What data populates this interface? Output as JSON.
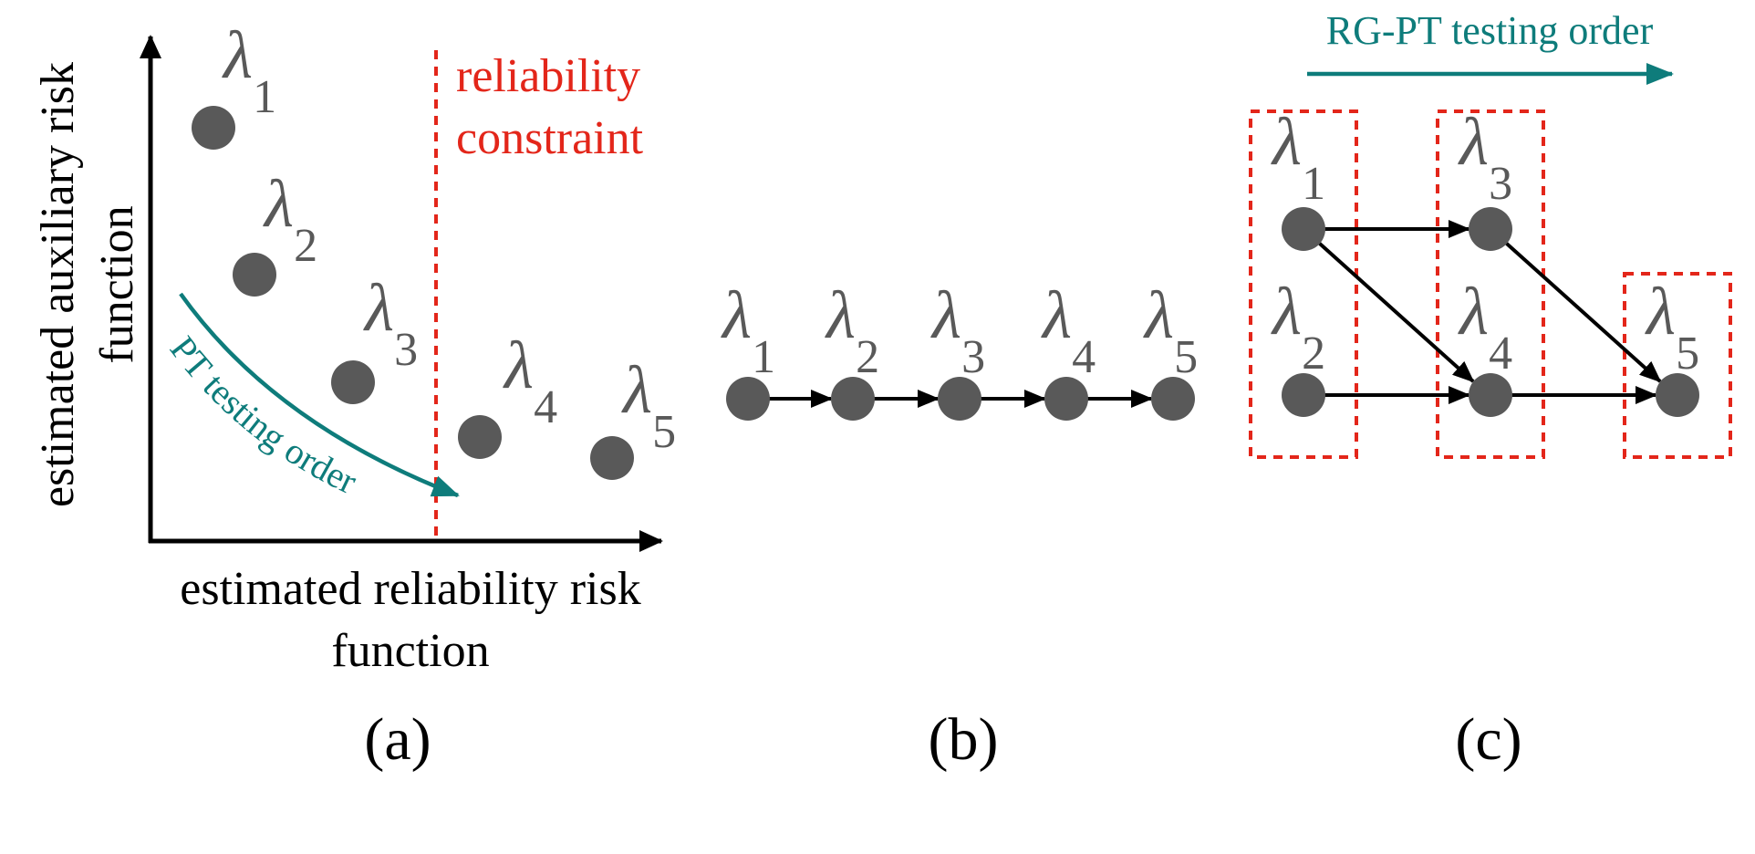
{
  "nodes": {
    "l1": {
      "symbol": "λ",
      "sub": "1"
    },
    "l2": {
      "symbol": "λ",
      "sub": "2"
    },
    "l3": {
      "symbol": "λ",
      "sub": "3"
    },
    "l4": {
      "symbol": "λ",
      "sub": "4"
    },
    "l5": {
      "symbol": "λ",
      "sub": "5"
    }
  },
  "panel_a": {
    "y_axis_label_line1": "estimated auxiliary risk",
    "y_axis_label_line2": "function",
    "x_axis_label_line1": "estimated reliability risk",
    "x_axis_label_line2": "function",
    "constraint_line1": "reliability",
    "constraint_line2": "constraint",
    "order_label": "PT testing order",
    "caption": "(a)"
  },
  "panel_b": {
    "caption": "(b)"
  },
  "panel_c": {
    "order_label": "RG-PT testing order",
    "caption": "(c)"
  },
  "colors": {
    "node": "#595959",
    "constraint": "#e3261a",
    "order_arrow": "#0e7c7b",
    "edge": "#000000"
  }
}
